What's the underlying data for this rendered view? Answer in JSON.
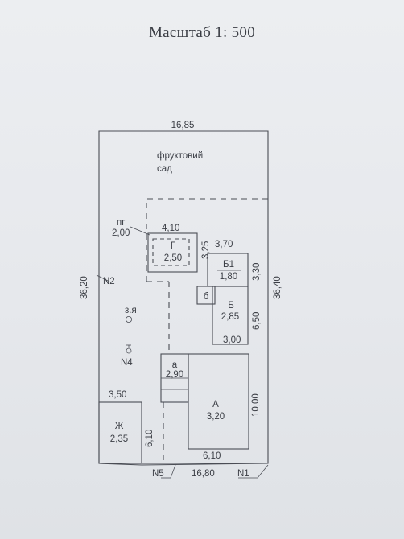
{
  "title": "Масштаб 1: 500",
  "labels": {
    "top_width": "16,85",
    "bottom_width": "16,80",
    "left_length": "36,20",
    "right_length": "36,40",
    "garden_line1": "фруктовий",
    "garden_line2": "сад",
    "pg_mark": "пг",
    "pg_value": "2,00",
    "g_width": "4,10",
    "g_depth": "3,25",
    "g_letter": "Г",
    "g_height": "2,50",
    "b1_width": "3,70",
    "b1_letter": "Б1",
    "b1_height": "1,80",
    "b1_side": "3,30",
    "b_small_letter": "б",
    "b_letter": "Б",
    "b_height": "2,85",
    "b_side": "6,50",
    "b_bottom": "3,00",
    "yard_label": "з.я",
    "n2": "N2",
    "n4": "N4",
    "a_small_letter": "а",
    "a_small_height": "2,90",
    "a_letter": "А",
    "a_height": "3,20",
    "a_side": "10,00",
    "a_bottom": "6,10",
    "zh_width": "3,50",
    "zh_letter": "Ж",
    "zh_height": "2,35",
    "zh_side": "6,10",
    "n5": "N5",
    "n1": "N1"
  }
}
